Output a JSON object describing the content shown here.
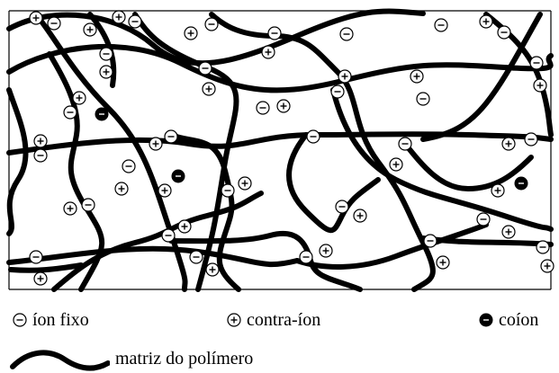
{
  "legend": {
    "fixed_ion": {
      "symbol": "-",
      "label": "íon fixo"
    },
    "counter_ion": {
      "symbol": "+",
      "label": "contra-íon"
    },
    "coion": {
      "label": "coíon"
    },
    "polymer_matrix": {
      "label": "matriz do polímero"
    }
  },
  "colors": {
    "stroke": "#000000",
    "background": "#ffffff"
  }
}
